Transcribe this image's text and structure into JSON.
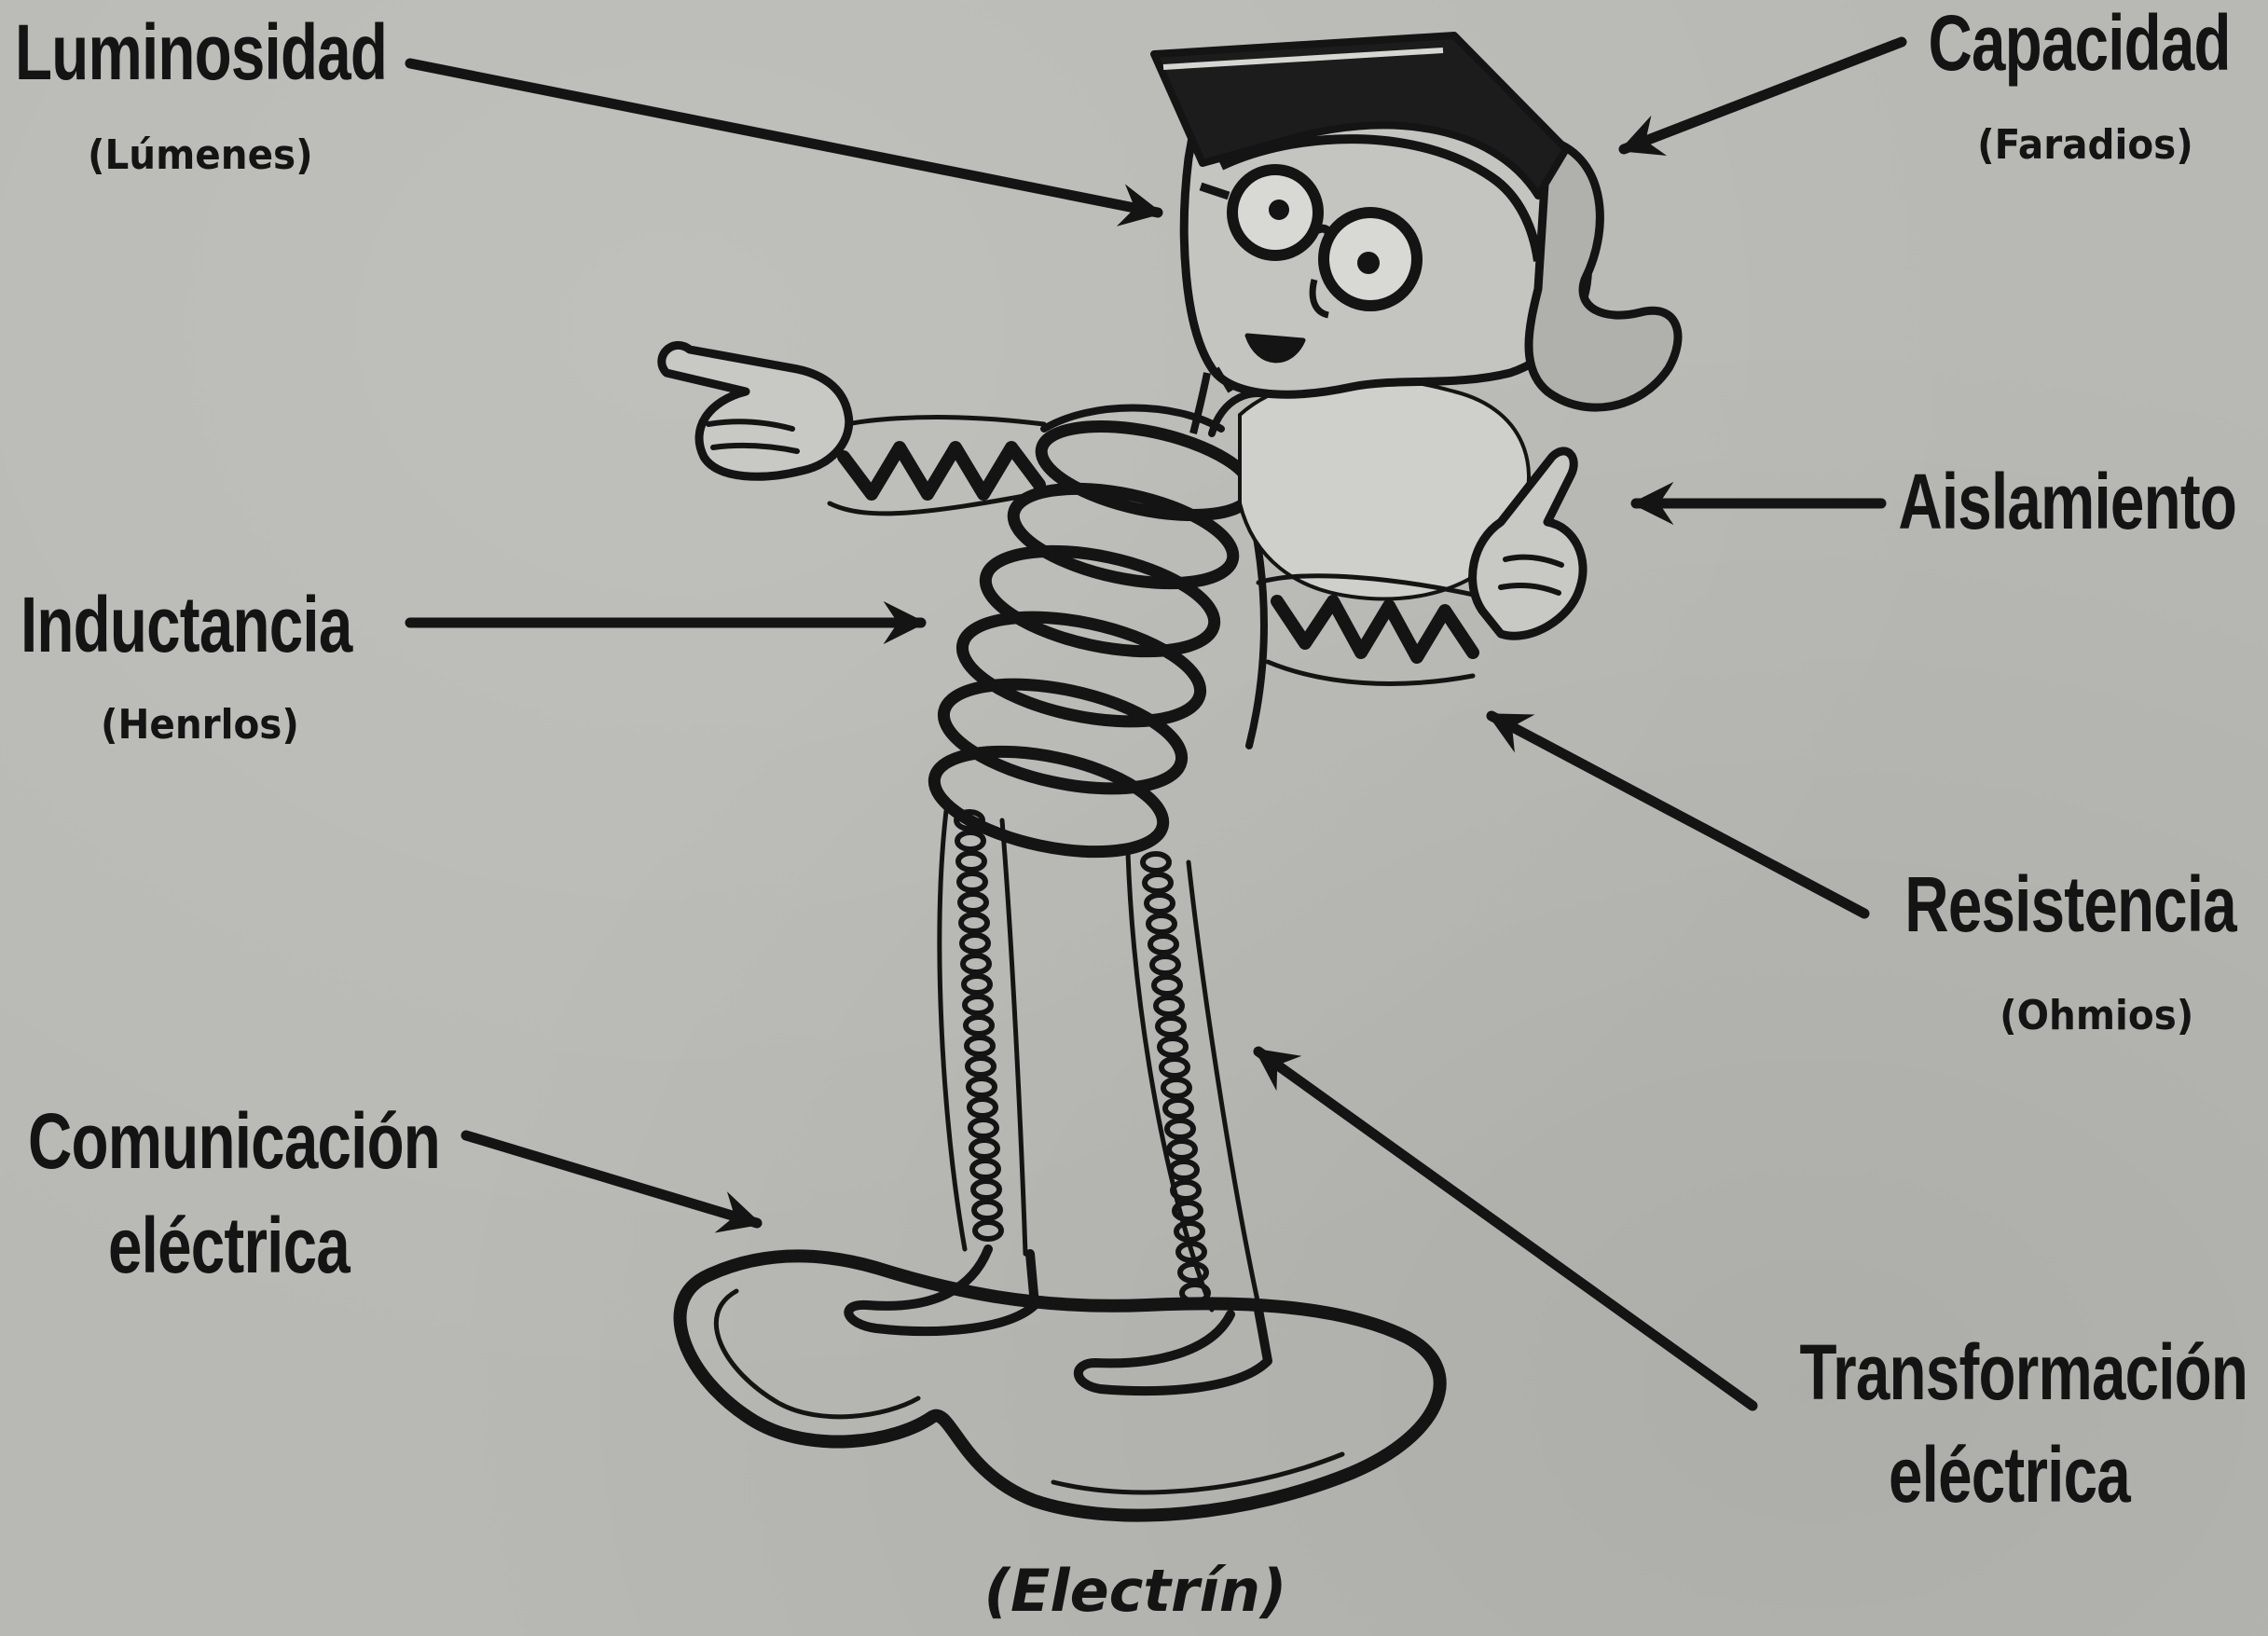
{
  "labels": {
    "luminosidad": "Luminosidad",
    "lumenes": "(Lúmenes)",
    "capacidad": "Capacidad",
    "faradios": "(Faradios)",
    "aislamiento": "Aislamiento",
    "inductancia": "Inductancia",
    "henrlos": "(Henrlos)",
    "resistencia": "Resistencia",
    "ohmios": "(Ohmios)",
    "comunicacion_1": "Comunicación",
    "comunicacion_2": "eléctrica",
    "transformacion_1": "Transformación",
    "transformacion_2": "eléctrica"
  },
  "caption": "(Electrín)",
  "colors": {
    "ink": "#141414",
    "paper": "#b8b8b4"
  }
}
